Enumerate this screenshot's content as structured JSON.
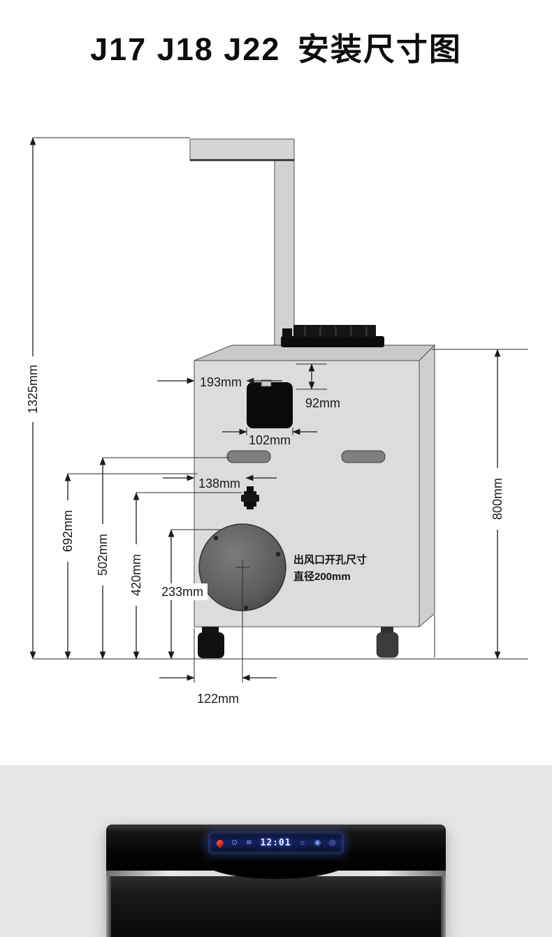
{
  "page": {
    "title": "J17 J18 J22 安装尺寸图"
  },
  "diagram": {
    "labels": {
      "d1325": "1325mm",
      "d692": "692mm",
      "d502": "502mm",
      "d420": "420mm",
      "d233": "233mm",
      "d122": "122mm",
      "d193": "193mm",
      "d92": "92mm",
      "d102": "102mm",
      "d138": "138mm",
      "d800": "800mm"
    },
    "outlet_note": {
      "line1": "出风口开孔尺寸",
      "line2": "直径200mm"
    },
    "colors": {
      "body_gray": "#dcdcda",
      "line_black": "#1c1c1c"
    }
  },
  "product": {
    "display": {
      "time": "12:01",
      "icons": [
        {
          "name": "fan-icon",
          "glyph": "⊙"
        },
        {
          "name": "smoke-icon",
          "glyph": "≋"
        },
        {
          "name": "light-icon",
          "glyph": "☼"
        },
        {
          "name": "wifi-icon",
          "glyph": "◉"
        },
        {
          "name": "power-icon",
          "glyph": "◎"
        }
      ],
      "colors": {
        "glow_blue": "#3b6bff",
        "flame_red": "#e03322"
      }
    }
  }
}
